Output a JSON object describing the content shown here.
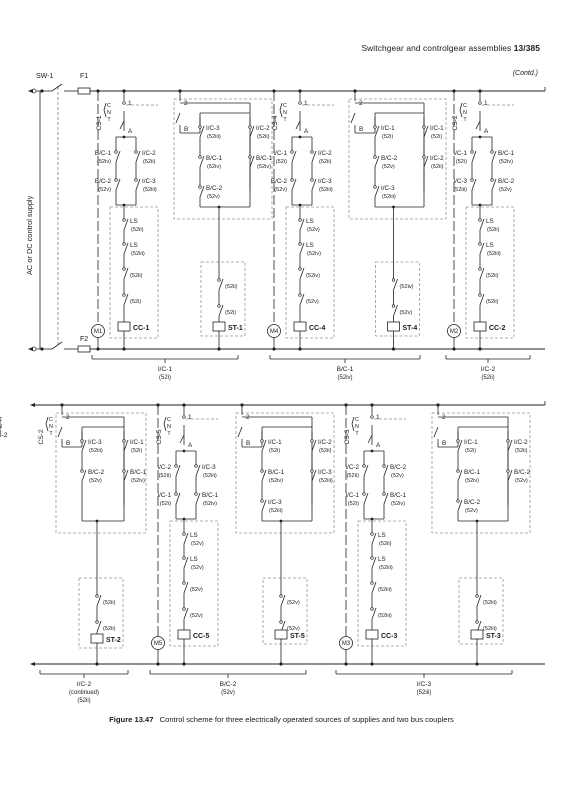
{
  "header": {
    "running_title": "Switchgear and controlgear assemblies",
    "page_ref": "13/385"
  },
  "contd_label": "(Contd.)",
  "top_left": {
    "sw_label": "SW-1",
    "f1_label": "F1",
    "f2_label": "F2",
    "supply_label": "AC or DC control supply"
  },
  "top_panels": [
    {
      "cs": "CS-1",
      "pos1": "1",
      "pos2": "2",
      "a": "A",
      "b": "B",
      "col1": [
        [
          "B/C-1",
          "(52iv)"
        ],
        [
          "B/C-2",
          "(52v)"
        ]
      ],
      "col2": [
        [
          "I/C-2",
          "(52ii)"
        ],
        [
          "I/C-3",
          "(52iii)"
        ]
      ],
      "b_col1": [
        [
          "I/C-3",
          "(52iii)"
        ],
        [
          "B/C-1",
          "(52iv)"
        ],
        [
          "B/C-2",
          "(52v)"
        ]
      ],
      "b_col2": [
        [
          "I/C-2",
          "(52ii)"
        ],
        [
          "B/C-1",
          "(52iv)"
        ]
      ],
      "ls1": "LS",
      "ls1_sub": "(52ii)",
      "ls2": "LS",
      "ls2_sub": "(52iii)",
      "chain": [
        "(52ii)",
        "(52i)"
      ],
      "st_chain": [
        "(52ii)",
        "(52i)"
      ],
      "motor": "M1",
      "cc": "CC-1",
      "st": "ST-1",
      "label1": "I/C-1",
      "label2": "(52i)"
    },
    {
      "cs": "CS-4",
      "pos1": "1",
      "pos2": "2",
      "a": "A",
      "b": "B",
      "col1": [
        [
          "I/C-1",
          "(52i)"
        ],
        [
          "B/C-2",
          "(52v)"
        ]
      ],
      "col2": [
        [
          "I/C-2",
          "(52ii)"
        ],
        [
          "I/C-3",
          "(52iii)"
        ]
      ],
      "b_col1": [
        [
          "I/C-1",
          "(52i)"
        ],
        [
          "B/C-2",
          "(52v)"
        ],
        [
          "I/C-3",
          "(52iii)"
        ]
      ],
      "b_col2": [
        [
          "I/C-1",
          "(52i)"
        ],
        [
          "I/C-2",
          "(52ii)"
        ]
      ],
      "ls1": "LS",
      "ls1_sub": "(52v)",
      "ls2": "LS",
      "ls2_sub": "(52iv)",
      "chain": [
        "(52iv)",
        "(52v)"
      ],
      "st_chain": [
        "(52iv)",
        "(52v)"
      ],
      "motor": "M4",
      "cc": "CC-4",
      "st": "ST-4",
      "label1": "B/C-1",
      "label2": "(52iv)"
    },
    {
      "cs": "CS-2",
      "pos1": "1",
      "a": "A",
      "col1": [
        [
          "I/C-1",
          "(52i)"
        ],
        [
          "I/C-3",
          "(52iii)"
        ]
      ],
      "col2": [
        [
          "B/C-1",
          "(52iv)"
        ],
        [
          "B/C-2",
          "(52v)"
        ]
      ],
      "ls1": "LS",
      "ls1_sub": "(52ii)",
      "ls2": "LS",
      "ls2_sub": "(52iii)",
      "chain": [
        "(52ii)",
        "(52ii)"
      ],
      "motor": "M2",
      "cc": "CC-2",
      "label1": "I/C-2",
      "label2": "(52ii)"
    }
  ],
  "bottom_panels": [
    {
      "cs": "CS-2",
      "pos2": "2",
      "b": "B",
      "b_col1": [
        [
          "I/C-3",
          "(52iii)"
        ],
        [
          "B/C-2",
          "(52v)"
        ]
      ],
      "b_col2": [
        [
          "I/C-1",
          "(52i)"
        ],
        [
          "B/C-1",
          "(52iv)"
        ]
      ],
      "st_chain": [
        "(52ii)",
        "(52ii)"
      ],
      "st": "ST-2",
      "label1": "I/C-2",
      "label2": "(continued)",
      "label3": "(52ii)"
    },
    {
      "cs": "CS-5",
      "pos1": "1",
      "pos2": "2",
      "a": "A",
      "b": "B",
      "col1": [
        [
          "I/C-2",
          "(52ii)"
        ],
        [
          "I/C-1",
          "(52i)"
        ]
      ],
      "col2": [
        [
          "I/C-3",
          "(52iii)"
        ],
        [
          "B/C-1",
          "(52iv)"
        ]
      ],
      "b_col1": [
        [
          "I/C-1",
          "(52i)"
        ],
        [
          "B/C-1",
          "(52iv)"
        ],
        [
          "I/C-3",
          "(52iii)"
        ]
      ],
      "b_col2": [
        [
          "I/C-2",
          "(52ii)"
        ],
        [
          "I/C-3",
          "(52iii)"
        ]
      ],
      "ls1": "LS",
      "ls1_sub": "(52v)",
      "ls2": "LS",
      "ls2_sub": "(52v)",
      "chain": [
        "(52v)",
        "(52v)"
      ],
      "st_chain": [
        "(52v)",
        "(52v)"
      ],
      "motor": "M5",
      "cc": "CC-5",
      "st": "ST-5",
      "label1": "B/C-2",
      "label2": "(52v)"
    },
    {
      "cs": "CS-3",
      "pos1": "1",
      "pos2": "2",
      "a": "A",
      "b": "B",
      "col1": [
        [
          "I/C-2",
          "(52ii)"
        ],
        [
          "I/C-1",
          "(52i)"
        ]
      ],
      "col2": [
        [
          "B/C-2",
          "(52v)"
        ],
        [
          "B/C-1",
          "(52iv)"
        ]
      ],
      "b_col1": [
        [
          "I/C-1",
          "(52i)"
        ],
        [
          "B/C-1",
          "(52iv)"
        ],
        [
          "B/C-2",
          "(52v)"
        ]
      ],
      "b_col2": [
        [
          "I/C-2",
          "(52ii)"
        ],
        [
          "B/C-2",
          "(52v)"
        ]
      ],
      "ls1": "LS",
      "ls1_sub": "(52ii)",
      "ls2": "LS",
      "ls2_sub": "(52iii)",
      "chain": [
        "(52iii)",
        "(52iii)"
      ],
      "st_chain": [
        "(52iii)",
        "(52iii)"
      ],
      "motor": "M3",
      "cc": "CC-3",
      "st": "ST-3",
      "label1": "I/C-3",
      "label2": "(52iii)"
    }
  ],
  "caption": {
    "figure": "Figure 13.47",
    "text": "Control scheme for three electrically operated sources of supplies and two bus couplers"
  }
}
